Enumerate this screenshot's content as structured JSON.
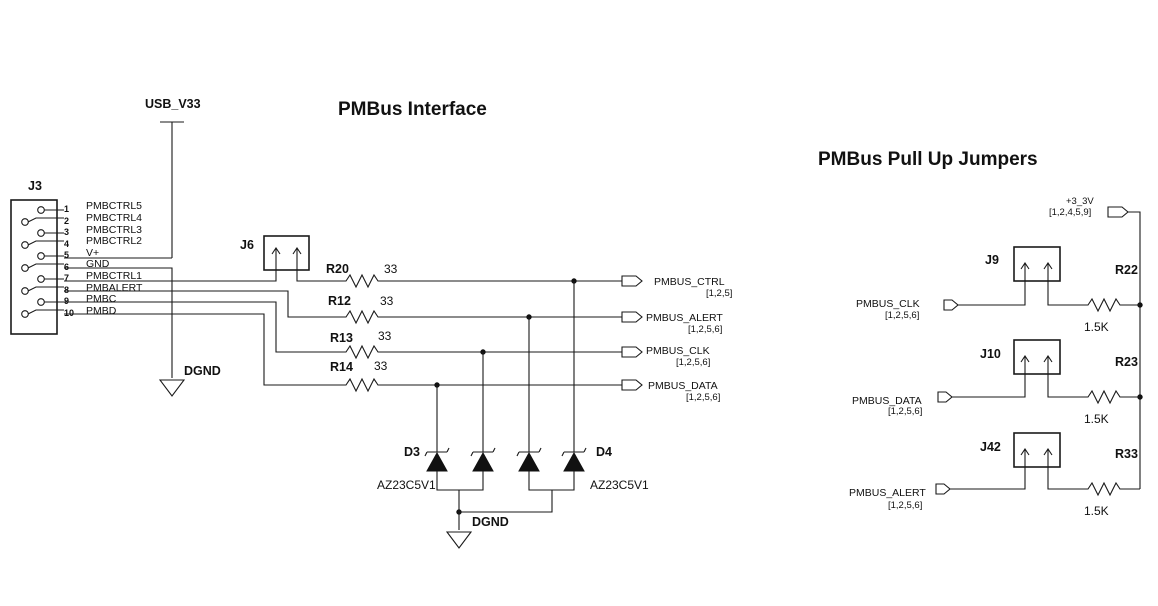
{
  "titles": {
    "left": "PMBus Interface",
    "right": "PMBus Pull Up Jumpers"
  },
  "power": {
    "usb": "USB_V33",
    "v33_name": "+3_3V",
    "v33_pages": "[1,2,4,5,9]"
  },
  "grounds": {
    "left": "DGND",
    "diodes": "DGND"
  },
  "j3": {
    "ref": "J3",
    "pins": [
      {
        "num": "1",
        "signal": "PMBCTRL5"
      },
      {
        "num": "2",
        "signal": "PMBCTRL4"
      },
      {
        "num": "3",
        "signal": "PMBCTRL3"
      },
      {
        "num": "4",
        "signal": "PMBCTRL2"
      },
      {
        "num": "5",
        "signal": "V+"
      },
      {
        "num": "6",
        "signal": "GND"
      },
      {
        "num": "7",
        "signal": "PMBCTRL1"
      },
      {
        "num": "8",
        "signal": "PMBALERT"
      },
      {
        "num": "9",
        "signal": "PMBC"
      },
      {
        "num": "10",
        "signal": "PMBD"
      }
    ]
  },
  "jumpers": {
    "j6": "J6",
    "j9": "J9",
    "j10": "J10",
    "j42": "J42"
  },
  "resistors": [
    {
      "ref": "R20",
      "value": "33"
    },
    {
      "ref": "R12",
      "value": "33"
    },
    {
      "ref": "R13",
      "value": "33"
    },
    {
      "ref": "R14",
      "value": "33"
    },
    {
      "ref": "R22",
      "value": "1.5K"
    },
    {
      "ref": "R23",
      "value": "1.5K"
    },
    {
      "ref": "R33",
      "value": "1.5K"
    }
  ],
  "diodes": {
    "d3": {
      "ref": "D3",
      "part": "AZ23C5V1"
    },
    "d4": {
      "ref": "D4",
      "part": "AZ23C5V1"
    }
  },
  "offpage": {
    "ctrl": {
      "name": "PMBUS_CTRL",
      "pages": "[1,2,5]"
    },
    "alert": {
      "name": "PMBUS_ALERT",
      "pages": "[1,2,5,6]"
    },
    "clk": {
      "name": "PMBUS_CLK",
      "pages": "[1,2,5,6]"
    },
    "data": {
      "name": "PMBUS_DATA",
      "pages": "[1,2,5,6]"
    },
    "clk_r": {
      "name": "PMBUS_CLK",
      "pages": "[1,2,5,6]"
    },
    "data_r": {
      "name": "PMBUS_DATA",
      "pages": "[1,2,5,6]"
    },
    "alert_r": {
      "name": "PMBUS_ALERT",
      "pages": "[1,2,5,6]"
    }
  }
}
